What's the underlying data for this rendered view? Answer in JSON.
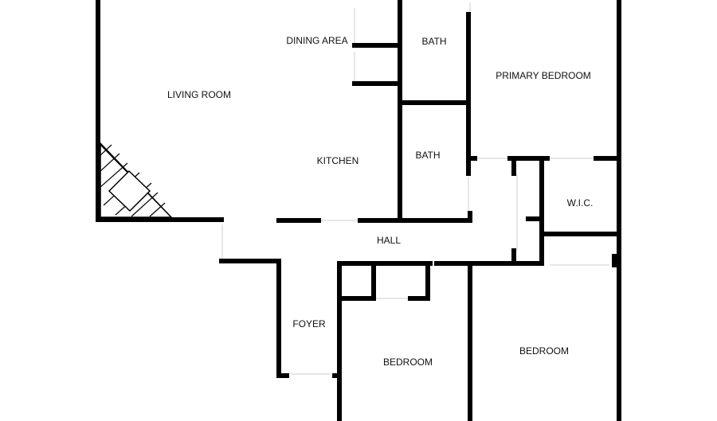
{
  "rooms": {
    "living_room": "LIVING ROOM",
    "dining_area": "DINING AREA",
    "kitchen": "KITCHEN",
    "bath_upper": "BATH",
    "bath_lower": "BATH",
    "primary_bedroom": "PRIMARY BEDROOM",
    "wic": "W.I.C.",
    "hall": "HALL",
    "foyer": "FOYER",
    "bedroom_left": "BEDROOM",
    "bedroom_right": "BEDROOM"
  },
  "colors": {
    "wall": "#000000",
    "background": "#ffffff",
    "opening": "#dddddd",
    "label": "#111111"
  }
}
